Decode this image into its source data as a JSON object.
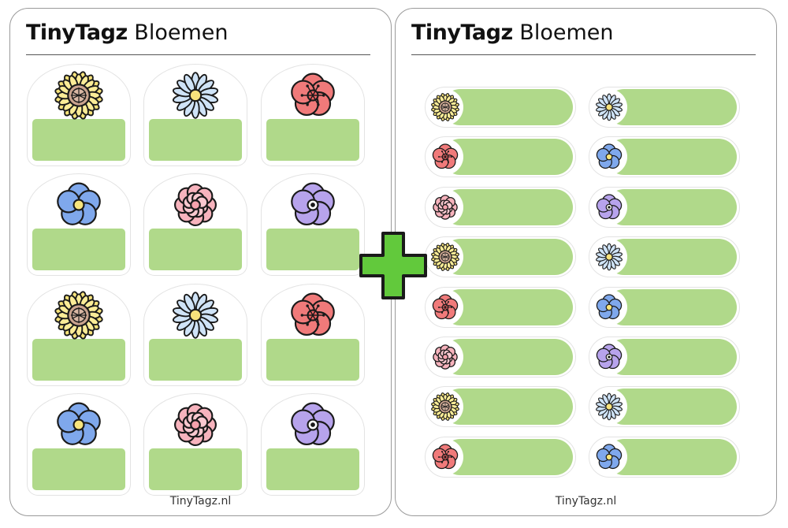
{
  "sheets": [
    {
      "brand": "TinyTagz",
      "subtitle": "Bloemen",
      "footer": "TinyTagz.nl"
    },
    {
      "brand": "TinyTagz",
      "subtitle": "Bloemen",
      "footer": "TinyTagz.nl"
    }
  ],
  "colors": {
    "label_green": "#b0d98a",
    "plus_green": "#62c93c",
    "outline": "#1a1a1a"
  },
  "icons": {
    "left_sheet": [
      "sunflower-icon",
      "daisy-icon",
      "poppy-icon",
      "forget-me-not-icon",
      "pink-flower-icon",
      "violet-flower-icon",
      "sunflower-icon",
      "daisy-icon",
      "poppy-icon",
      "forget-me-not-icon",
      "pink-flower-icon",
      "violet-flower-icon"
    ],
    "right_sheet": [
      "sunflower-icon",
      "daisy-icon",
      "poppy-icon",
      "forget-me-not-icon",
      "pink-flower-icon",
      "violet-flower-icon",
      "sunflower-icon",
      "daisy-icon",
      "poppy-icon",
      "forget-me-not-icon",
      "pink-flower-icon",
      "violet-flower-icon",
      "sunflower-icon",
      "daisy-icon",
      "poppy-icon",
      "forget-me-not-icon"
    ],
    "combine": "plus-icon"
  }
}
